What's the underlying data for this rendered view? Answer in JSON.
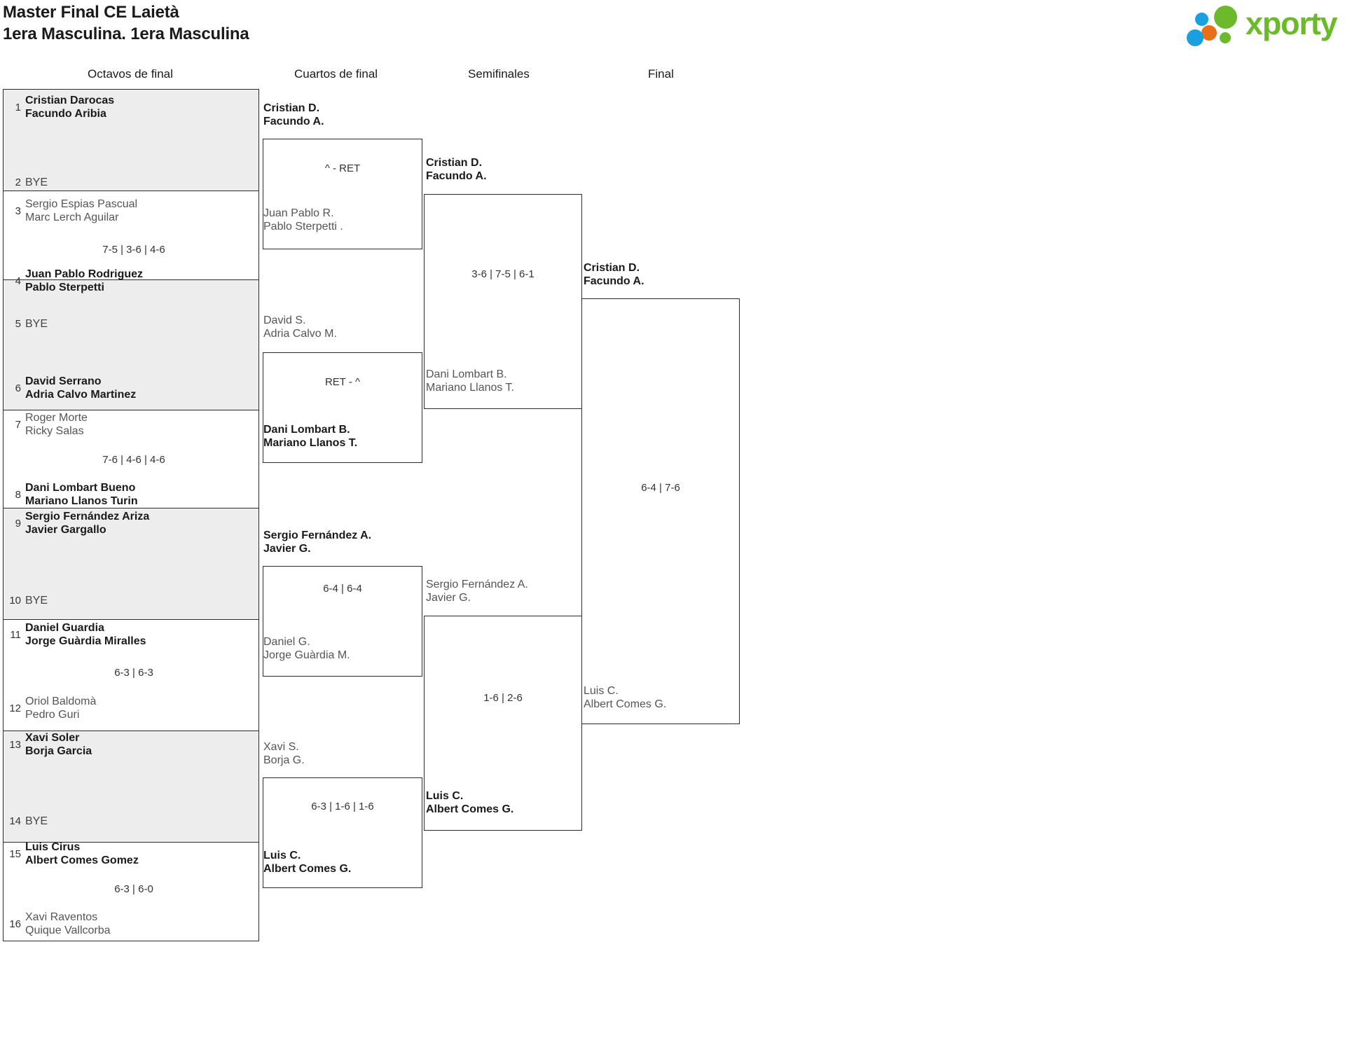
{
  "header": {
    "title_line1": "Master Final CE Laietà",
    "title_line2": "1era Masculina. 1era Masculina",
    "logo_text": "xporty"
  },
  "rounds": [
    {
      "label": "Octavos de final"
    },
    {
      "label": "Cuartos de final"
    },
    {
      "label": "Semifinales"
    },
    {
      "label": "Final"
    }
  ],
  "round1": {
    "entries": [
      {
        "seed": "1",
        "p1": "Cristian Darocas",
        "p2": "Facundo Aribia"
      },
      {
        "seed": "2",
        "bye": "BYE"
      },
      {
        "seed": "3",
        "p1": "Sergio Espias Pascual",
        "p2": "Marc Lerch Aguilar"
      },
      {
        "seed": "4",
        "p1": "Juan Pablo Rodriguez",
        "p2": "Pablo Sterpetti"
      },
      {
        "seed": "5",
        "bye": "BYE"
      },
      {
        "seed": "6",
        "p1": "David Serrano",
        "p2": "Adria Calvo Martinez"
      },
      {
        "seed": "7",
        "p1": "Roger Morte",
        "p2": "Ricky Salas"
      },
      {
        "seed": "8",
        "p1": "Dani Lombart Bueno",
        "p2": "Mariano Llanos Turin"
      },
      {
        "seed": "9",
        "p1": "Sergio Fernández Ariza",
        "p2": "Javier Gargallo"
      },
      {
        "seed": "10",
        "bye": "BYE"
      },
      {
        "seed": "11",
        "p1": "Daniel Guardia",
        "p2": "Jorge Guàrdia Miralles"
      },
      {
        "seed": "12",
        "p1": "Oriol Baldomà",
        "p2": "Pedro Guri"
      },
      {
        "seed": "13",
        "p1": "Xavi Soler",
        "p2": "Borja Garcia"
      },
      {
        "seed": "14",
        "bye": "BYE"
      },
      {
        "seed": "15",
        "p1": "Luis Cirus",
        "p2": "Albert Comes Gomez"
      },
      {
        "seed": "16",
        "p1": "Xavi Raventos",
        "p2": "Quique Vallcorba"
      }
    ],
    "scores": [
      "",
      "7-5 | 3-6 | 4-6",
      "",
      "7-6 | 4-6 | 4-6",
      "",
      "6-3 | 6-3",
      "",
      "6-3 | 6-0"
    ]
  },
  "round2": {
    "matches": [
      {
        "top": {
          "p1": "Cristian D.",
          "p2": "Facundo A."
        },
        "bottom": {
          "p1": "Juan Pablo R.",
          "p2": "Pablo Sterpetti ."
        },
        "score": "^ - RET"
      },
      {
        "top": {
          "p1": "David S.",
          "p2": "Adria Calvo M."
        },
        "bottom": {
          "p1": "Dani Lombart B.",
          "p2": "Mariano Llanos T."
        },
        "score": "RET - ^"
      },
      {
        "top": {
          "p1": "Sergio Fernández A.",
          "p2": "Javier G."
        },
        "bottom": {
          "p1": "Daniel G.",
          "p2": "Jorge Guàrdia M."
        },
        "score": "6-4 | 6-4"
      },
      {
        "top": {
          "p1": "Xavi S.",
          "p2": "Borja G."
        },
        "bottom": {
          "p1": "Luis C.",
          "p2": "Albert Comes G."
        },
        "score": "6-3 | 1-6 | 1-6"
      }
    ]
  },
  "round3": {
    "matches": [
      {
        "top": {
          "p1": "Cristian D.",
          "p2": "Facundo A."
        },
        "bottom": {
          "p1": "Dani Lombart B.",
          "p2": "Mariano Llanos T."
        },
        "score": "3-6 | 7-5 | 6-1"
      },
      {
        "top": {
          "p1": "Sergio Fernández A.",
          "p2": "Javier G."
        },
        "bottom": {
          "p1": "Luis C.",
          "p2": "Albert Comes G."
        },
        "score": "1-6 | 2-6"
      }
    ]
  },
  "round4": {
    "matches": [
      {
        "top": {
          "p1": "Cristian D.",
          "p2": "Facundo A."
        },
        "bottom": {
          "p1": "Luis C.",
          "p2": "Albert Comes G."
        },
        "score": "6-4 | 7-6"
      }
    ]
  }
}
